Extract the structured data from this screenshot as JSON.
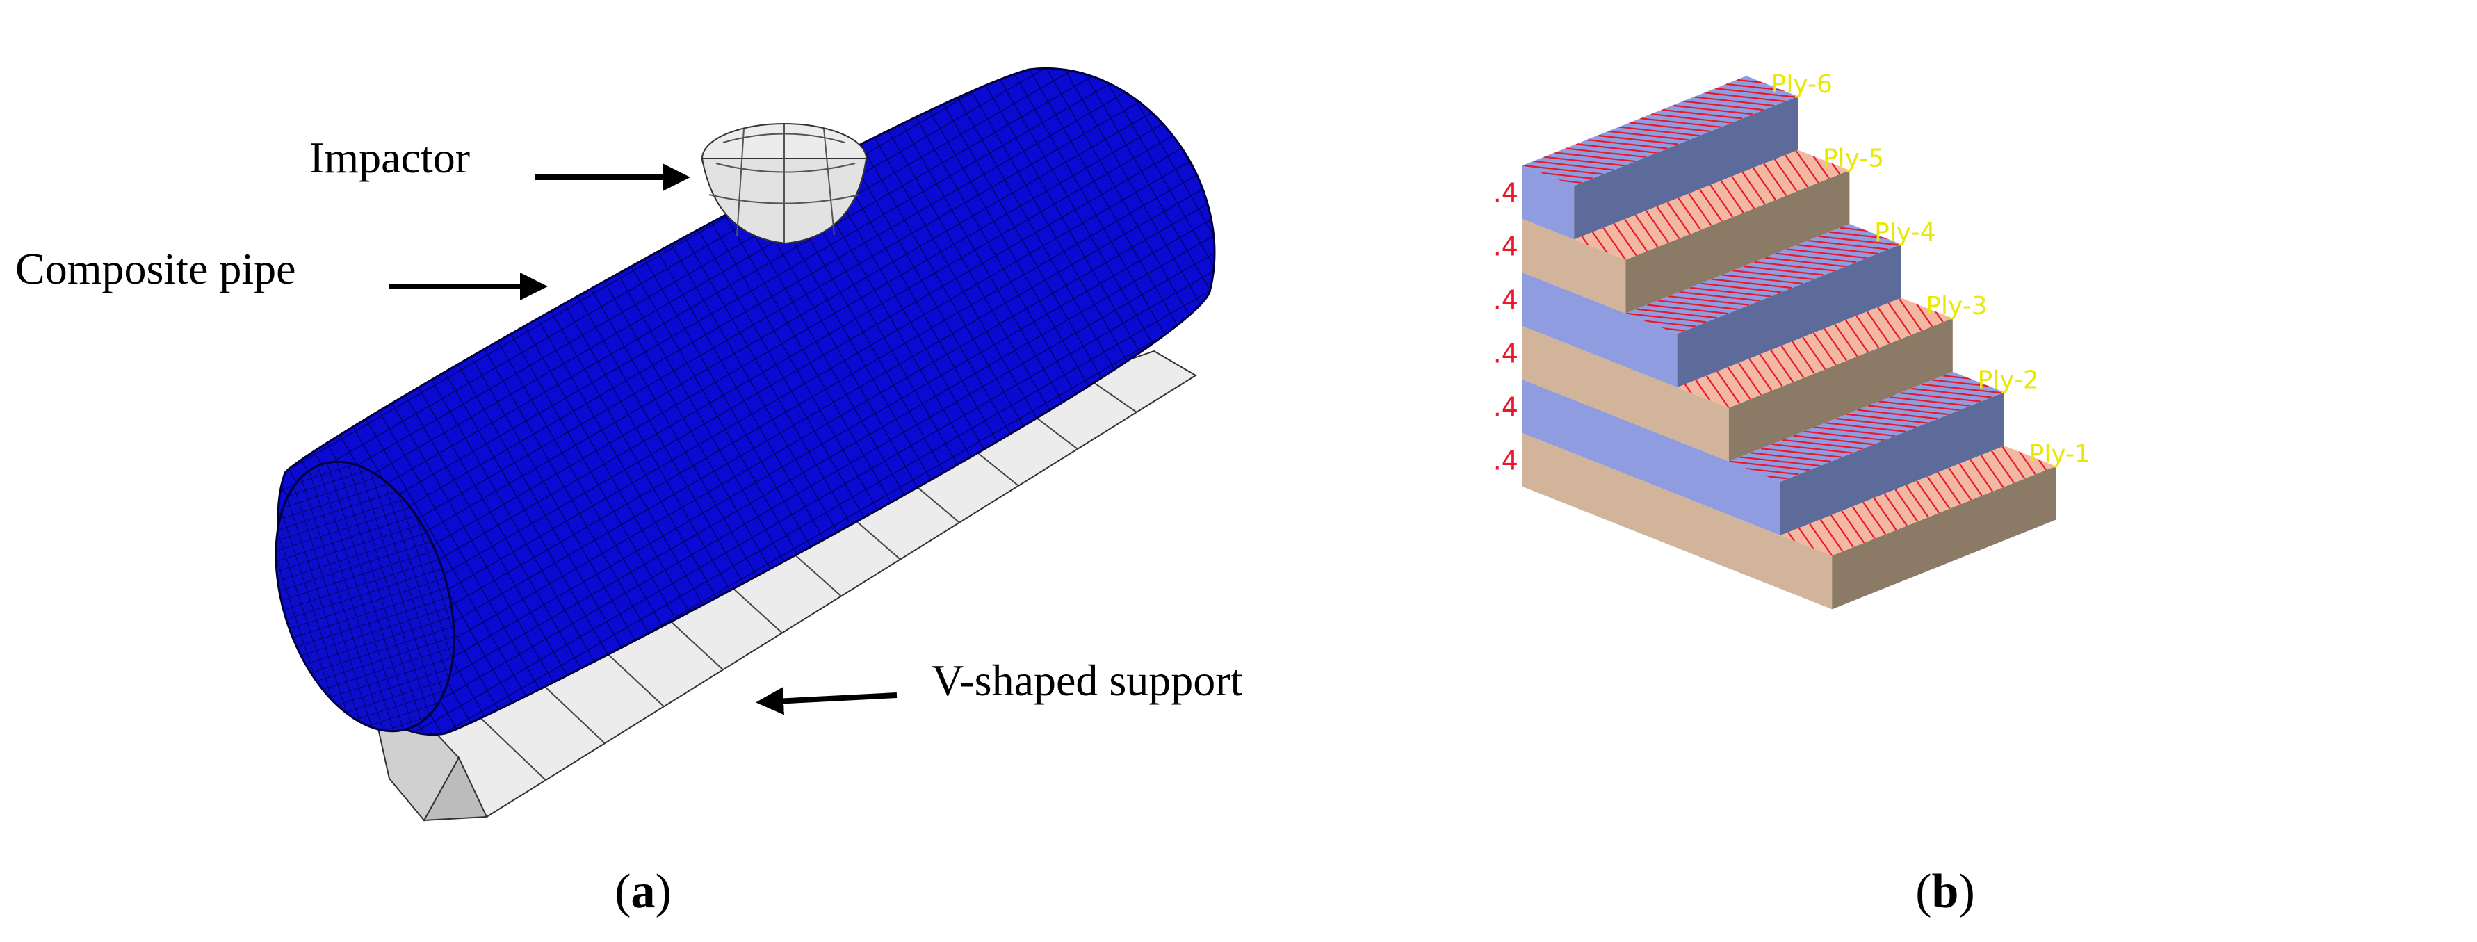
{
  "panel_a": {
    "labels": {
      "impactor": "Impactor",
      "pipe": "Composite pipe",
      "support": "V-shaped support"
    },
    "caption_open": "(",
    "caption_letter": "a",
    "caption_close": ")",
    "colors": {
      "pipe": "#0a0ad2",
      "mesh": "#000040",
      "impactor": "#ececec",
      "support": "#e8e8e8"
    }
  },
  "panel_b": {
    "plies": [
      {
        "name": "Ply-1",
        "thickness": "t = 0.4",
        "orientation": "-45"
      },
      {
        "name": "Ply-2",
        "thickness": "t = 0.4",
        "orientation": "+45"
      },
      {
        "name": "Ply-3",
        "thickness": "t = 0.4",
        "orientation": "-45"
      },
      {
        "name": "Ply-4",
        "thickness": "t = 0.4",
        "orientation": "+45"
      },
      {
        "name": "Ply-5",
        "thickness": "t = 0.4",
        "orientation": "-45"
      },
      {
        "name": "Ply-6",
        "thickness": "t = 0.4",
        "orientation": "+45"
      }
    ],
    "caption_open": "(",
    "caption_letter": "b",
    "caption_close": ")",
    "colors": {
      "blue_top": "#8f9de0",
      "blue_front": "#5d6b9a",
      "blue_side": "#8f9de0",
      "tan_top": "#f2b8a2",
      "tan_front": "#8b7a66",
      "tan_side": "#d2b49a",
      "hatch": "#e8192c",
      "ply_label": "#e8e800",
      "thickness_label": "#e8192c"
    }
  }
}
